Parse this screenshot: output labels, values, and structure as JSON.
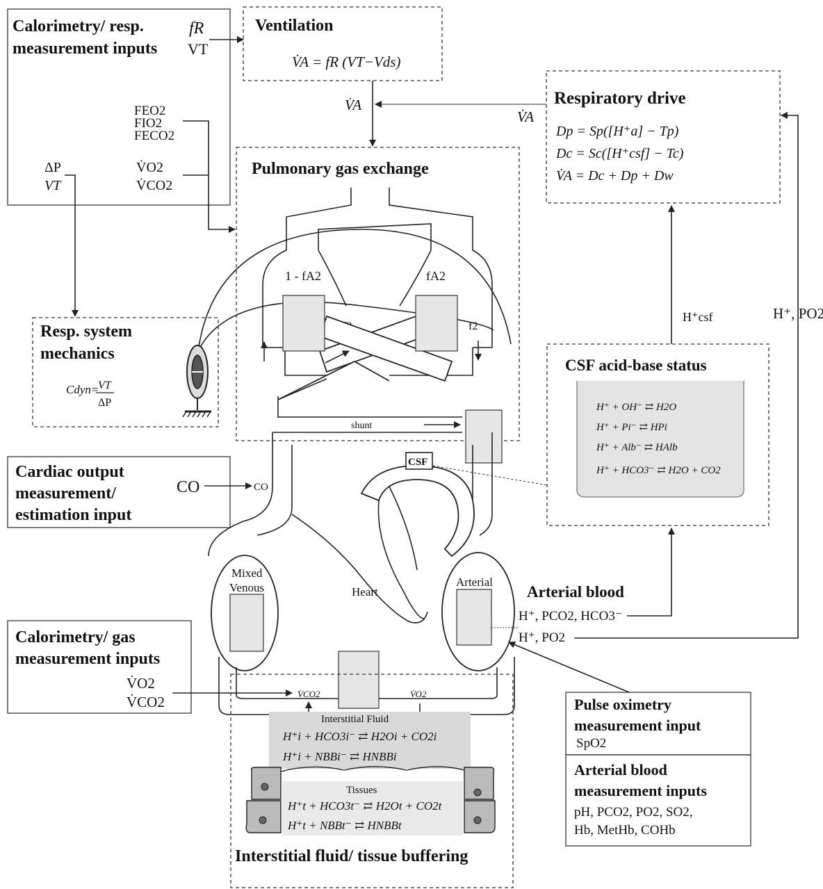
{
  "boxes": {
    "calorimetry_resp": {
      "title_line1": "Calorimetry/ resp.",
      "title_line2": "measurement inputs",
      "fr": "fR",
      "vt": "VT",
      "feo2": "FEO2",
      "fio2": "FIO2",
      "feco2": "FECO2",
      "dp": "ΔP",
      "vt2": "VT",
      "vo2": "V̇O2",
      "vco2": "V̇CO2"
    },
    "ventilation": {
      "title": "Ventilation",
      "equation": "V̇A = fR (VT−Vds)"
    },
    "respiratory_drive": {
      "title": "Respiratory drive",
      "eq1": "Dp = Sp([H⁺a] − Tp)",
      "eq2": "Dc = Sc([H⁺csf] − Tc)",
      "eq3": "V̇A = Dc + Dp + Dw"
    },
    "pulmonary": {
      "title": "Pulmonary gas exchange",
      "left_label": "1 - fA2",
      "right_label": "fA2",
      "f2_complement": "1-f2",
      "f2": "f2",
      "shunt": "shunt"
    },
    "resp_mechanics": {
      "title_line1": "Resp. system",
      "title_line2": "mechanics",
      "eq_left": "Cdyn=",
      "eq_num": "VT",
      "eq_den": "ΔP"
    },
    "csf": {
      "title": "CSF acid-base status",
      "eq1": "H⁺ + OH⁻ ⇄ H2O",
      "eq2": "H⁺ + Pi⁻ ⇄ HPi",
      "eq3": "H⁺ + Alb⁻ ⇄ HAlb",
      "eq4": "H⁺ + HCO3⁻ ⇄ H2O + CO2",
      "small_label": "CSF"
    },
    "cardiac": {
      "title_line1": "Cardiac output",
      "title_line2": "measurement/",
      "title_line3": "estimation input",
      "co_input": "CO",
      "co_label": "CO"
    },
    "calorimetry_gas": {
      "title_line1": "Calorimetry/ gas",
      "title_line2": "measurement inputs",
      "vo2": "V̇O2",
      "vco2": "V̇CO2"
    },
    "pulse_oximetry": {
      "title_line1": "Pulse oximetry",
      "title_line2": "measurement input",
      "value": "SpO2"
    },
    "arterial_inputs": {
      "title_line1": "Arterial blood",
      "title_line2": "measurement inputs",
      "line1": "pH, PCO2, PO2, SO2,",
      "line2": "Hb, MetHb, COHb"
    },
    "interstitial": {
      "title": "Interstitial fluid/ tissue buffering",
      "fluid_label": "Interstitial Fluid",
      "eq1": "H⁺i + HCO3i⁻ ⇄ H2Oi + CO2i",
      "eq2": "H⁺i + NBBi⁻ ⇄ HNBBi",
      "tissue_label": "Tissues",
      "eq3": "H⁺t + HCO3t⁻ ⇄ H2Ot + CO2t",
      "eq4": "H⁺t + NBBt⁻ ⇄ HNBBt",
      "vco2_small": "V̇CO2",
      "vo2_small": "V̇O2"
    }
  },
  "circulation": {
    "mixed_venous_line1": "Mixed",
    "mixed_venous_line2": "Venous",
    "heart": "Heart",
    "arterial": "Arterial",
    "arterial_blood_title": "Arterial blood",
    "arterial_signal1": "H⁺, PCO2, HCO3⁻",
    "arterial_signal2": "H⁺, PO2"
  },
  "signals": {
    "va_left": "V̇A",
    "va_right": "V̇A",
    "h_csf": "H⁺csf",
    "h_po2": "H⁺, PO2"
  }
}
